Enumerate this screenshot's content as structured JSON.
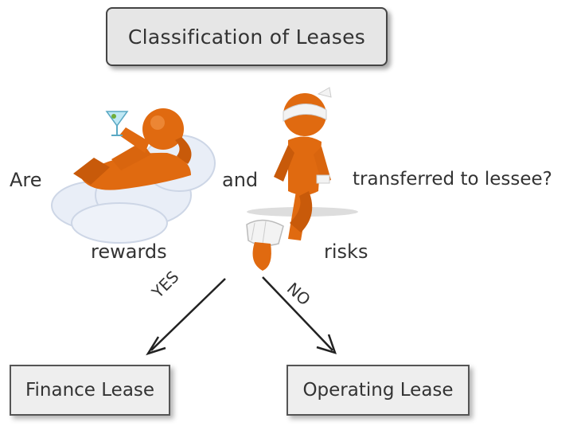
{
  "title": "Classification of Leases",
  "question": {
    "word_are": "Are",
    "word_and": "and",
    "word_transferred": "transferred to lessee?",
    "word_rewards": "rewards",
    "word_risks": "risks"
  },
  "branches": {
    "yes_label": "YES",
    "no_label": "NO"
  },
  "outcomes": {
    "finance": "Finance Lease",
    "operating": "Operating Lease"
  },
  "colors": {
    "figure": "#e06a10",
    "figure_dark": "#b24e06",
    "cloud": "#e9eef7",
    "bandage": "#f3f3f3"
  },
  "icons": {
    "relaxing_figure": "relaxing-on-cloud-figure",
    "injured_figure": "bandaged-figure"
  }
}
